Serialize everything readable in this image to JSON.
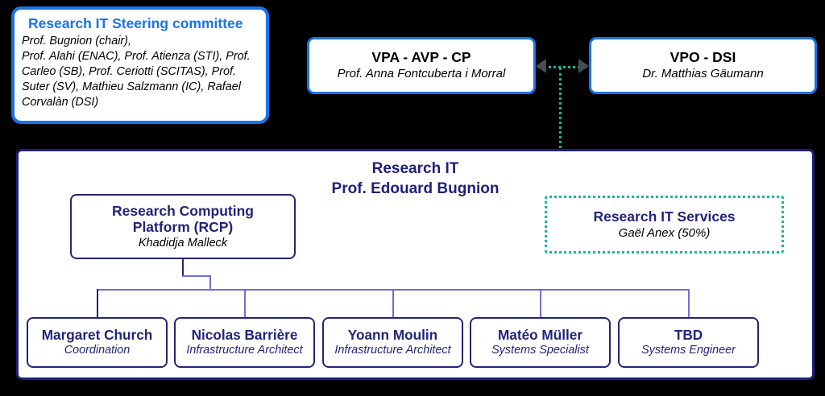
{
  "colors": {
    "background": "#000000",
    "accent_blue": "#1a73e8",
    "navy": "#232378",
    "teal": "#17b799",
    "connector_light": "#6f6fd0",
    "connector_dark": "#232378",
    "arrow_gray": "#4a4a55",
    "panel_white": "#ffffff"
  },
  "steering_committee": {
    "title": "Research IT Steering committee",
    "members": "Prof. Bugnion (chair),\nProf. Alahi (ENAC), Prof. Atienza (STI), Prof. Carleo (SB), Prof. Ceriotti (SCITAS),  Prof. Suter (SV), Mathieu Salzmann (IC),  Rafael Corvalàn (DSI)"
  },
  "executives": [
    {
      "title": "VPA - AVP - CP",
      "name": "Prof. Anna Fontcuberta i Morral"
    },
    {
      "title": "VPO - DSI",
      "name": "Dr. Matthias Gäumann"
    }
  ],
  "research_it": {
    "title": "Research IT",
    "lead": "Prof. Edouard Bugnion",
    "units": [
      {
        "title": "Research Computing Platform (RCP)",
        "title_line1": "Research Computing",
        "title_line2": "Platform (RCP)",
        "lead": "Khadidja Malleck"
      }
    ],
    "services": {
      "title": "Research IT Services",
      "lead": "Gaël Anex (50%)"
    },
    "staff": [
      {
        "name": "Margaret Church",
        "role": "Coordination"
      },
      {
        "name": "Nicolas Barrière",
        "role": "Infrastructure Architect"
      },
      {
        "name": "Yoann Moulin",
        "role": "Infrastructure Architect"
      },
      {
        "name": "Matéo Müller",
        "role": "Systems Specialist"
      },
      {
        "name": "TBD",
        "role": "Systems Engineer"
      }
    ]
  }
}
